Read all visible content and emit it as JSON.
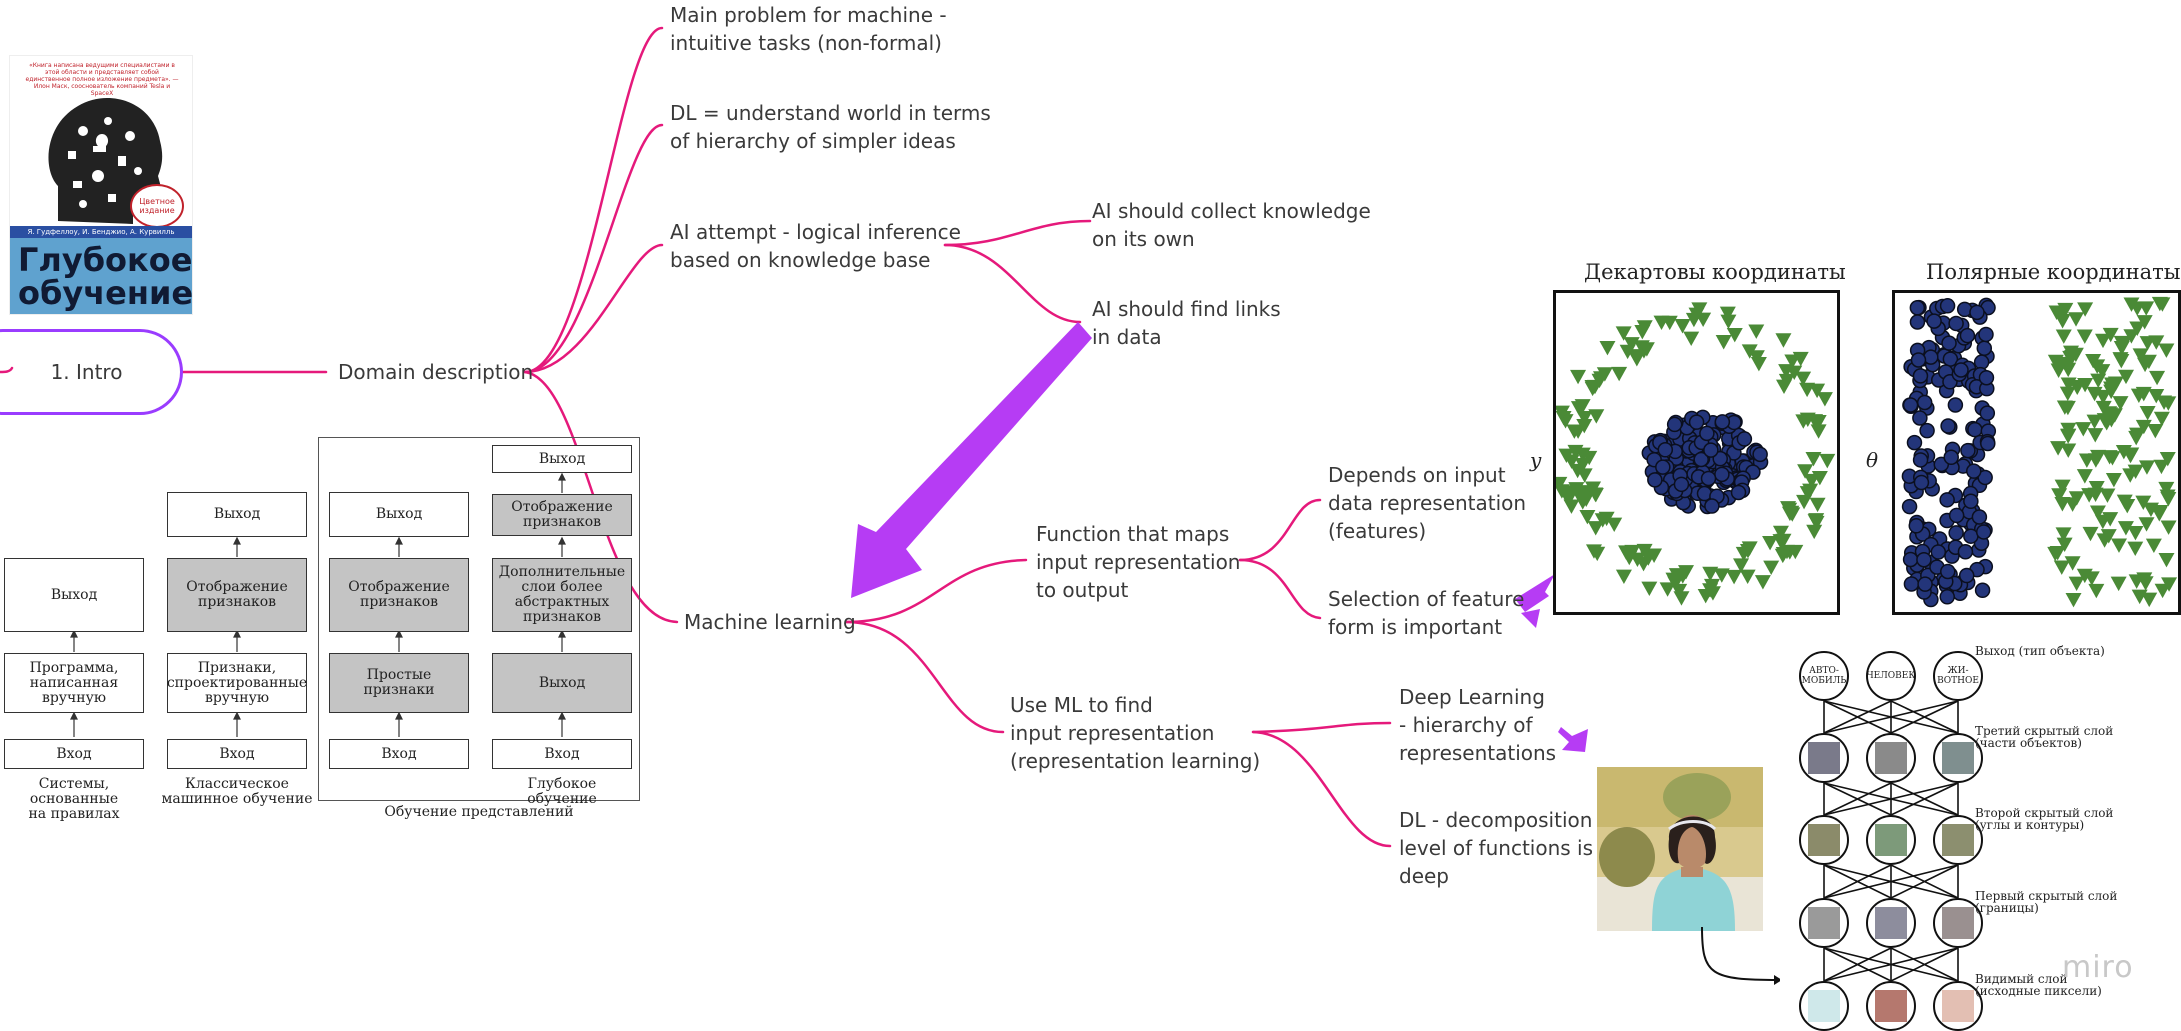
{
  "colors": {
    "connector": "#e5197b",
    "intro_border": "#9a3cff",
    "arrow": "#b63cf4",
    "gray_box": "#c4c4c4",
    "triangle": "#4a8a36",
    "circle": "#23357a"
  },
  "mindmap": {
    "root": "1. Intro",
    "domain": "Domain description",
    "domain_children": [
      "Main problem for machine -\nintuitive tasks (non-formal)",
      "DL = understand world in terms\nof hierarchy of simpler ideas",
      "AI attempt - logical inference\nbased on knowledge base"
    ],
    "ai_children": [
      "AI should collect knowledge\non its own",
      "AI should find links\nin data"
    ],
    "ml": "Machine learning",
    "ml_children": [
      "Function that maps\ninput representation\nto output",
      "Use ML to find\ninput representation\n(representation learning)"
    ],
    "func_children": [
      "Depends on input\ndata representation\n(features)",
      "Selection of feature\nform is important"
    ],
    "rep_children": [
      "Deep Learning\n- hierarchy of\nrepresentations",
      "DL - decomposition\nlevel of functions is\ndeep"
    ]
  },
  "book": {
    "quote": "«Книга написана ведущими специалистами в этой области и представляет собой единственное полное изложение предмета».\n— Илон Маск,\nсооснователь компаний Tesla и SpaceX",
    "badge": "Цветное\nиздание",
    "authors": "Я. Гудфеллоу, И. Бенджио, А. Курвилль",
    "title": "Глубокое\nобучение"
  },
  "diagram": {
    "rule_col": {
      "out": "Выход",
      "mid": "Программа,\nнаписанная\nвручную",
      "in": "Вход",
      "caption": "Системы,\nоснованные\nна правилах"
    },
    "classic_col": {
      "out": "Выход",
      "map": "Отображение\nпризнаков",
      "feat": "Признаки,\nспроектированные\nвручную",
      "in": "Вход",
      "caption": "Классическое\nмашинное обучение"
    },
    "repr_col": {
      "out": "Выход",
      "map": "Отображение\nпризнаков",
      "simple": "Простые\nпризнаки",
      "in": "Вход"
    },
    "deep_col": {
      "out": "Выход",
      "map": "Отображение\nпризнаков",
      "extra": "Дополнительные\nслои более\nабстрактных\nпризнаков",
      "mid_out": "Выход",
      "in": "Вход",
      "caption": "Глубокое обучение"
    },
    "group_caption": "Обучение представлений"
  },
  "plots": {
    "left_title": "Декартовы координаты",
    "right_title": "Полярные координаты",
    "left_ylabel": "y",
    "right_ylabel": "θ"
  },
  "nn": {
    "top_nodes": [
      "АВТО-\nМОБИЛЬ",
      "ЧЕЛОВЕК",
      "ЖИ-\nВОТНОЕ"
    ],
    "layers": [
      "Выход (тип объекта)",
      "Третий скрытый слой\n(части объектов)",
      "Второй скрытый слой\n(углы и контуры)",
      "Первый скрытый слой\n(границы)",
      "Видимый слой\n(исходные пиксели)"
    ]
  },
  "watermark": "miro"
}
